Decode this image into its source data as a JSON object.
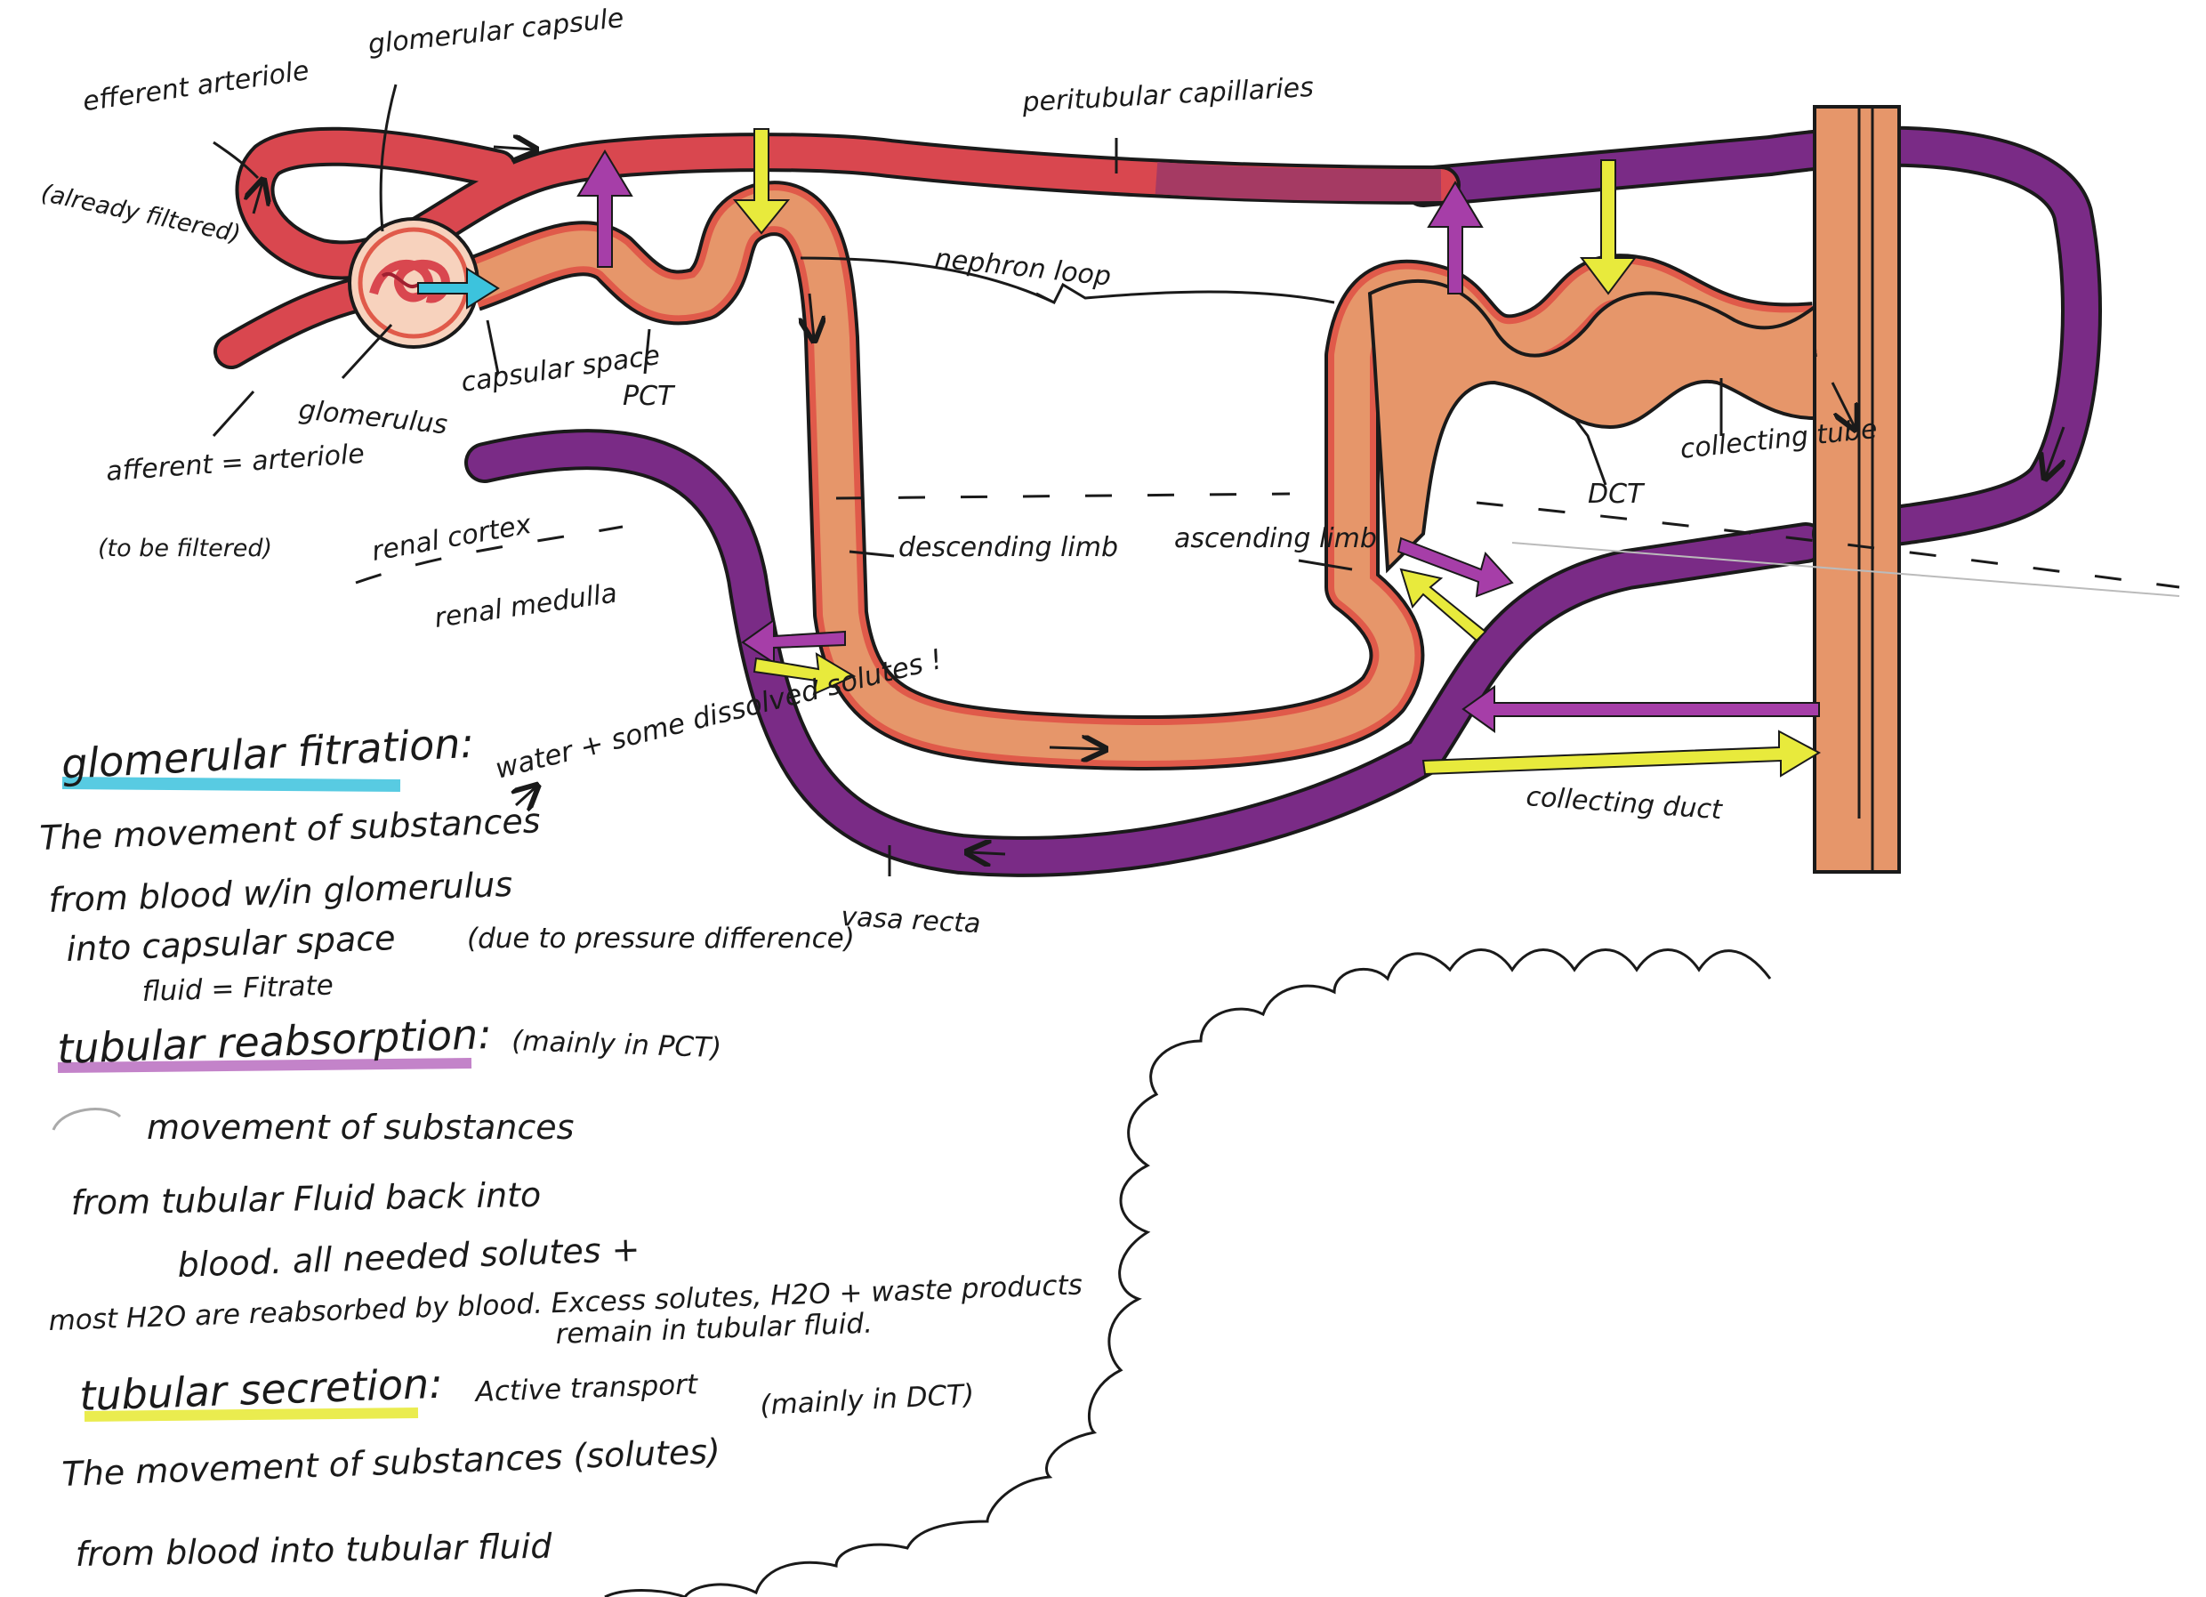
{
  "labels": {
    "efferent_arteriole": "efferent arteriole",
    "efferent_note": "(already filtered)",
    "glomerular_capsule": "glomerular capsule",
    "peritubular_capillaries": "peritubular capillaries",
    "nephron_loop": "nephron loop",
    "glomerulus": "glomerulus",
    "capsular_space": "capsular space",
    "pct": "PCT",
    "afferent_arteriole": "afferent = arteriole",
    "afferent_note": "(to be filtered)",
    "renal_cortex": "renal cortex",
    "renal_medulla": "renal medulla",
    "descending_limb": "descending limb",
    "ascending_limb": "ascending limb",
    "dct": "DCT",
    "collecting_tube": "collecting tube",
    "collecting_duct": "collecting duct",
    "vasa_recta": "vasa recta"
  },
  "notes": {
    "glomerular_filtration": {
      "heading": "glomerular fitration:",
      "side_note": "water + some dissolved solutes !",
      "line1": "The movement of substances",
      "line2": "from blood w/in glomerulus",
      "line3": "into capsular space",
      "pressure_note": "(due to pressure difference)",
      "fluid_note": "fluid = Fitrate"
    },
    "tubular_reabsorption": {
      "heading": "tubular reabsorption:",
      "location_note": "(mainly in PCT)",
      "line1": "movement of substances",
      "line2": "from tubular Fluid back into",
      "line3": "blood. all needed solutes +",
      "line4": "most H2O are reabsorbed by blood. Excess solutes, H2O + waste products",
      "line5": "remain in tubular fluid."
    },
    "tubular_secretion": {
      "heading": "tubular secretion:",
      "subheading": "Active transport",
      "location_note": "(mainly in DCT)",
      "line1": "The movement of substances (solutes)",
      "line2": "from blood into tubular fluid"
    }
  },
  "colors": {
    "arteriole_red": "#d9474f",
    "tubule_orange": "#e6966a",
    "tubule_outline": "#e05a4a",
    "vessel_purple": "#7a2b86",
    "filtration_cyan": "#3cc3dd",
    "reabsorption_magenta": "#a63ea8",
    "secretion_yellow": "#e8ea3c"
  }
}
